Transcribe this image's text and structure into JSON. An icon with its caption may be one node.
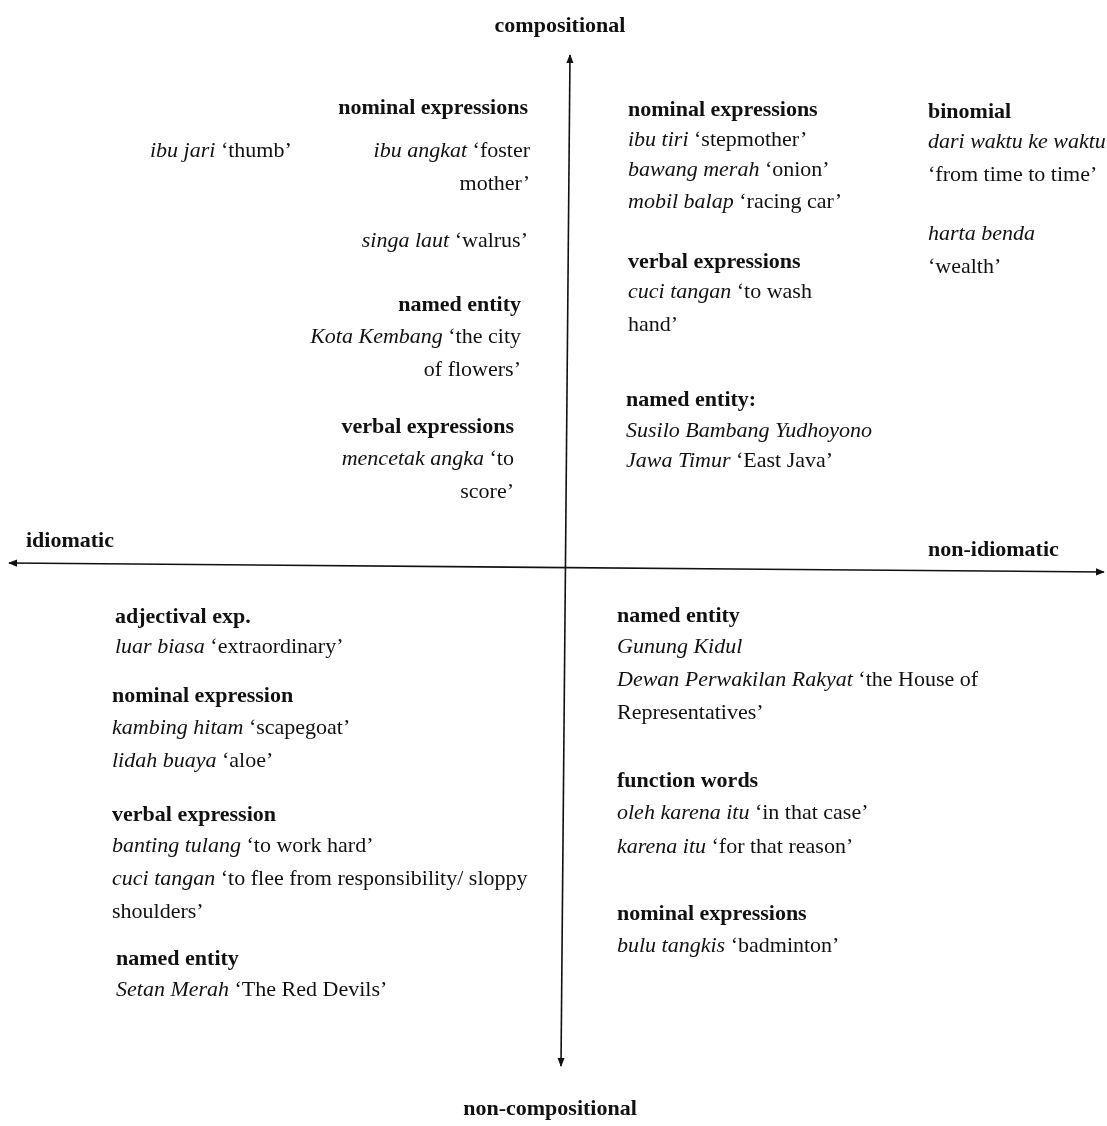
{
  "diagram": {
    "labels": [
      "compositional",
      "nominal expressions",
      "*ibu jari* ‘thumb’",
      "*ibu angkat* ‘foster mother’",
      "*singa laut* ‘walrus’",
      "named entity",
      "*Kota Kembang* ‘the city of flowers’",
      "verbal expressions",
      "*mencetak angka* ‘to score’",
      "nominal expressions",
      "*ibu tiri* ‘stepmother’",
      "*bawang merah* ‘onion’",
      "*mobil balap* ‘racing car’",
      "verbal expressions",
      "*cuci tangan* ‘to wash hand’",
      "binomial",
      "*dari waktu ke waktu* ‘from time to time’",
      "*harta benda* ‘wealth’",
      "named entity:",
      "*Susilo Bambang Yudhoyono*",
      "*Jawa Timur* ‘East Java’",
      "idiomatic",
      "non-idiomatic",
      "adjectival exp.",
      "*luar biasa* ‘extraordinary’",
      "nominal expression",
      "*kambing hitam* ‘scapegoat’",
      "*lidah buaya* ‘aloe’",
      "verbal expression",
      "*banting tulang* ‘to work hard’",
      "*cuci tangan* ‘to flee from responsibility/ sloppy shoulders’",
      "named entity",
      "*Setan Merah* ‘The Red Devils’",
      "named entity",
      "*Gunung Kidul*",
      "*Dewan Perwakilan Rakyat* ‘the House of Representatives’",
      "function words",
      "*oleh karena itu* ‘in that case’",
      "*karena itu* ‘for that reason’",
      "nominal expressions",
      "*bulu tangkis* ‘badminton’",
      "non-compositional"
    ]
  }
}
